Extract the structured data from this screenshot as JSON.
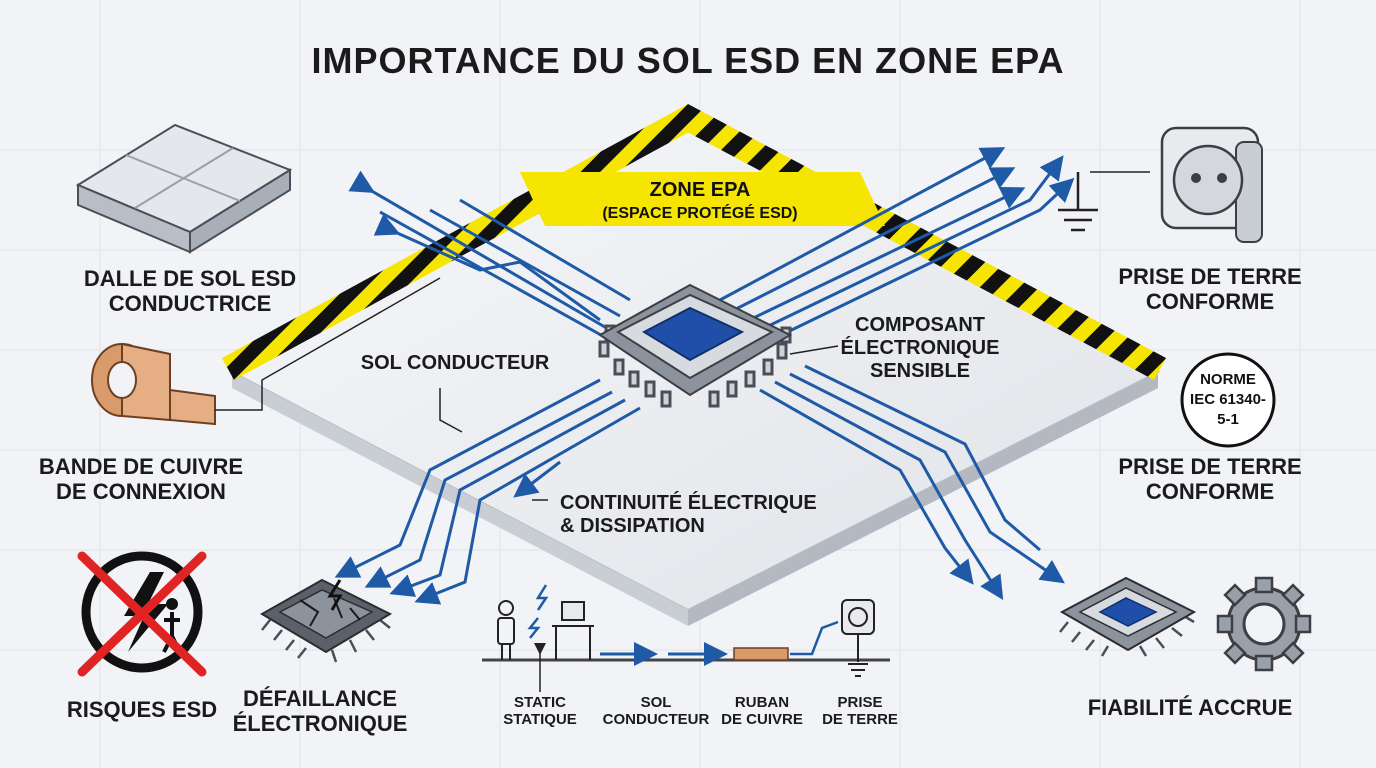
{
  "title": "IMPORTANCE DU SOL ESD EN ZONE EPA",
  "zone": {
    "line1": "ZONE EPA",
    "line2": "(ESPACE PROTÉGÉ ESD)"
  },
  "labels": {
    "floor_tile": [
      "DALLE DE SOL ESD",
      "CONDUCTRICE"
    ],
    "copper_strip": [
      "BANDE DE CUIVRE",
      "DE CONNEXION"
    ],
    "esd_risks": "RISQUES ESD",
    "failure": [
      "DÉFAILLANCE",
      "ÉLECTRONIQUE"
    ],
    "conductive_floor": "SOL CONDUCTEUR",
    "component": [
      "COMPOSANT",
      "ÉLECTRONIQUE",
      "SENSIBLE"
    ],
    "continuity": [
      "CONTINUITÉ ÉLECTRIQUE",
      "& DISSIPATION"
    ],
    "ground_outlet_top": [
      "PRISE DE TERRE",
      "CONFORME"
    ],
    "ground_outlet_mid": [
      "PRISE DE TERRE",
      "CONFORME"
    ],
    "reliability": "FIABILITÉ ACCRUE"
  },
  "norm_badge": [
    "NORME",
    "IEC 61340-",
    "5-1"
  ],
  "chain": [
    [
      "STATIC",
      "STATIQUE"
    ],
    [
      "SOL",
      "CONDUCTEUR"
    ],
    [
      "RUBAN",
      "DE CUIVRE"
    ],
    [
      "PRISE",
      "DE TERRE"
    ]
  ],
  "colors": {
    "flow_blue": "#1f5aa6",
    "hazard_yellow": "#f5e500",
    "hazard_black": "#111111",
    "chip_blue": "#1f4fa8",
    "copper": "#d99a6c",
    "danger_red": "#e02424",
    "floor": "#eef0f3"
  }
}
